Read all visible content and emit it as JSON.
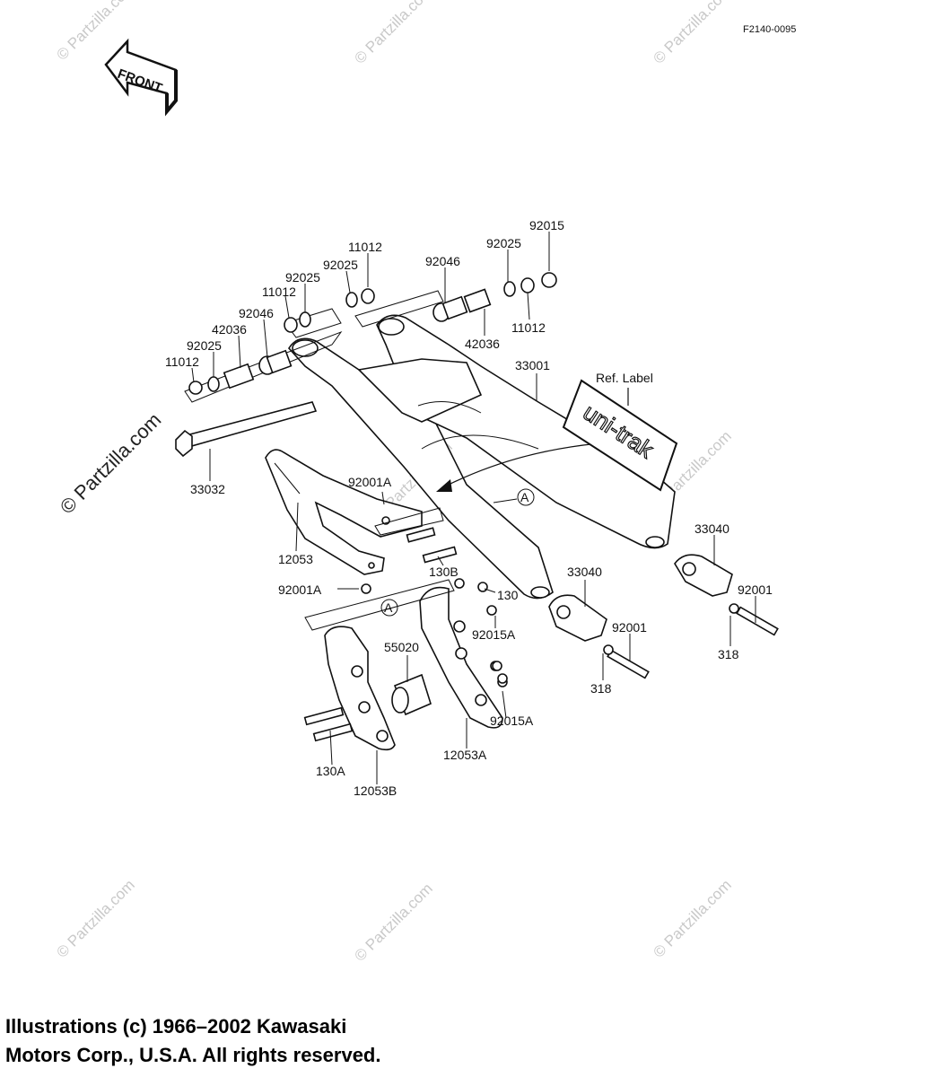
{
  "figure_code": "F2140-0095",
  "front_arrow_label": "FRONT",
  "ref_label": {
    "caption": "Ref.  Label",
    "text": "uni-trak"
  },
  "watermark": "© Partzilla.com",
  "parts": {
    "p92015_top": "92015",
    "p92025_top_r": "92025",
    "p92046_r": "92046",
    "p11012_top": "11012",
    "p92025_top_l": "92025",
    "p92025_mid": "92025",
    "p11012_mid": "11012",
    "p92046_l": "92046",
    "p42036_l": "42036",
    "p92025_low": "92025",
    "p11012_low": "11012",
    "p42036_r": "42036",
    "p11012_r": "11012",
    "p33001": "33001",
    "p33032": "33032",
    "p92001A_top": "92001A",
    "p12053": "12053",
    "p130B": "130B",
    "p92001A_low": "92001A",
    "p130": "130",
    "p33040_l": "33040",
    "p33040_r": "33040",
    "p92001_r": "92001",
    "p92001_l": "92001",
    "p318_r": "318",
    "p318_l": "318",
    "p92015A_top": "92015A",
    "p55020": "55020",
    "p92015A_low": "92015A",
    "p130A": "130A",
    "p12053A": "12053A",
    "p12053B": "12053B",
    "marker_A": "A"
  },
  "copyright": {
    "line1": "Illustrations (c) 1966–2002 Kawasaki",
    "line2": "Motors Corp., U.S.A.  All rights reserved."
  }
}
